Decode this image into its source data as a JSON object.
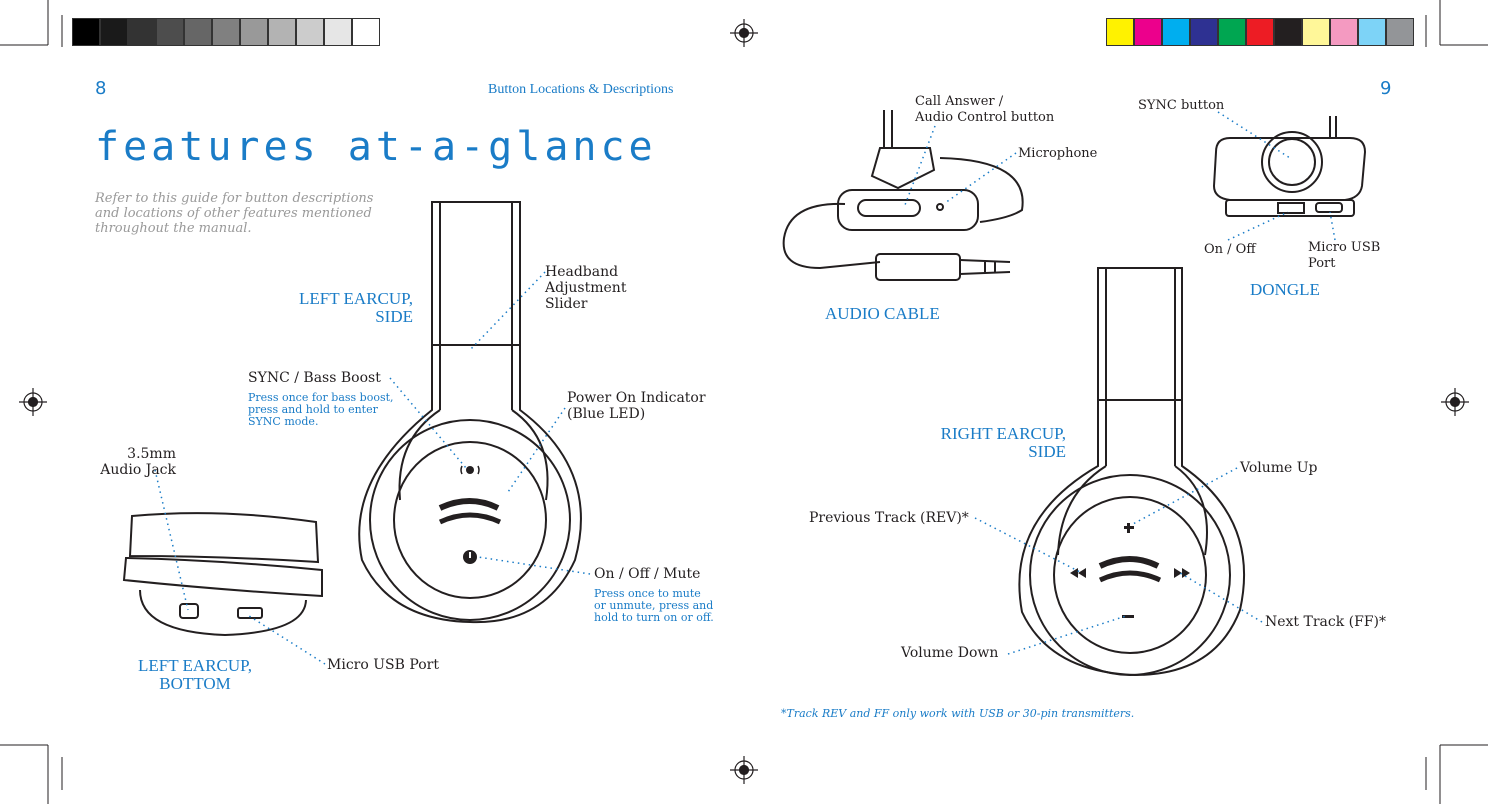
{
  "page_left": {
    "page_number": "8",
    "header": "Button Locations & Descriptions",
    "title": "features at-a-glance",
    "intro": "Refer to this guide for button descriptions and locations of other features mentioned throughout the manual.",
    "section_side": [
      "LEFT EARCUP,",
      "SIDE"
    ],
    "section_bottom": [
      "LEFT EARCUP,",
      "BOTTOM"
    ],
    "labels": {
      "headband": [
        "Headband",
        "Adjustment",
        "Slider"
      ],
      "sync_bass": "SYNC / Bass Boost",
      "sync_bass_desc": [
        "Press once for bass boost,",
        "press and hold to enter",
        "SYNC mode."
      ],
      "power_indicator": [
        "Power On Indicator",
        "(Blue LED)"
      ],
      "audio_jack": [
        "3.5mm",
        "Audio Jack"
      ],
      "on_off": "On / Off / Mute",
      "on_off_desc": [
        "Press once to mute",
        "or unmute, press and",
        "hold to turn on or off."
      ],
      "micro_usb": "Micro USB Port"
    }
  },
  "page_right": {
    "page_number": "9",
    "section_cable": "AUDIO CABLE",
    "section_dongle": "DONGLE",
    "section_right": [
      "RIGHT EARCUP,",
      "SIDE"
    ],
    "labels": {
      "call_answer": [
        "Call Answer /",
        "Audio Control button"
      ],
      "microphone": "Microphone",
      "sync_button": "SYNC button",
      "on_off": "On / Off",
      "micro_usb": [
        "Micro USB",
        "Port"
      ],
      "volume_up": "Volume Up",
      "prev_track": "Previous Track (REV)*",
      "next_track": "Next Track (FF)*",
      "volume_down": "Volume Down"
    },
    "footnote": "*Track REV and FF only work with USB or 30-pin transmitters."
  },
  "colors": {
    "accent": "#1a7cc7",
    "grayscale_bar": [
      "#000000",
      "#1a1a1a",
      "#333333",
      "#4d4d4d",
      "#666666",
      "#808080",
      "#999999",
      "#b3b3b3",
      "#cccccc",
      "#e6e6e6",
      "#ffffff"
    ],
    "color_bar": [
      "#fff200",
      "#ec008c",
      "#00aeef",
      "#2e3192",
      "#00a651",
      "#ed1c24",
      "#231f20",
      "#fff799",
      "#f49ac1",
      "#7dd3f7",
      "#939598"
    ]
  },
  "icons": [
    "registration-mark-icon",
    "crop-mark-icon",
    "power-icon",
    "led-icon",
    "plus-icon",
    "minus-icon",
    "rewind-icon",
    "fast-forward-icon",
    "logo-s-icon"
  ]
}
